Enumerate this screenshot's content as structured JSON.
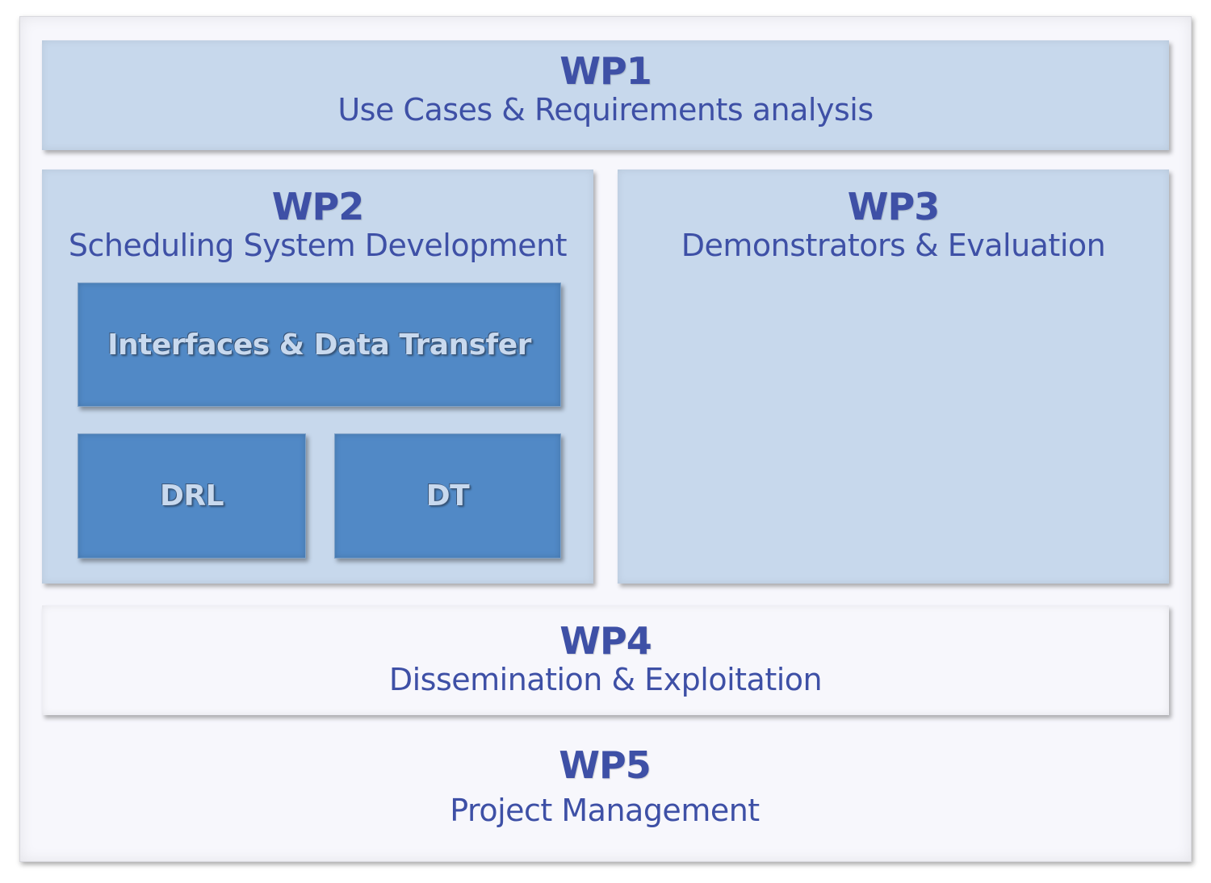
{
  "colors": {
    "text": "#3e50a6",
    "wp_fill": "#c7d8ec",
    "task_fill": "#5189c6",
    "background": "#f7f7fc"
  },
  "wp1": {
    "title": "WP1",
    "subtitle": "Use Cases & Requirements analysis"
  },
  "wp2": {
    "title": "WP2",
    "subtitle": "Scheduling System Development",
    "tasks": [
      "Interfaces & Data Transfer",
      "DRL",
      "DT"
    ]
  },
  "wp3": {
    "title": "WP3",
    "subtitle": "Demonstrators & Evaluation"
  },
  "wp4": {
    "title": "WP4",
    "subtitle": "Dissemination & Exploitation"
  },
  "wp5": {
    "title": "WP5",
    "subtitle": "Project Management"
  }
}
